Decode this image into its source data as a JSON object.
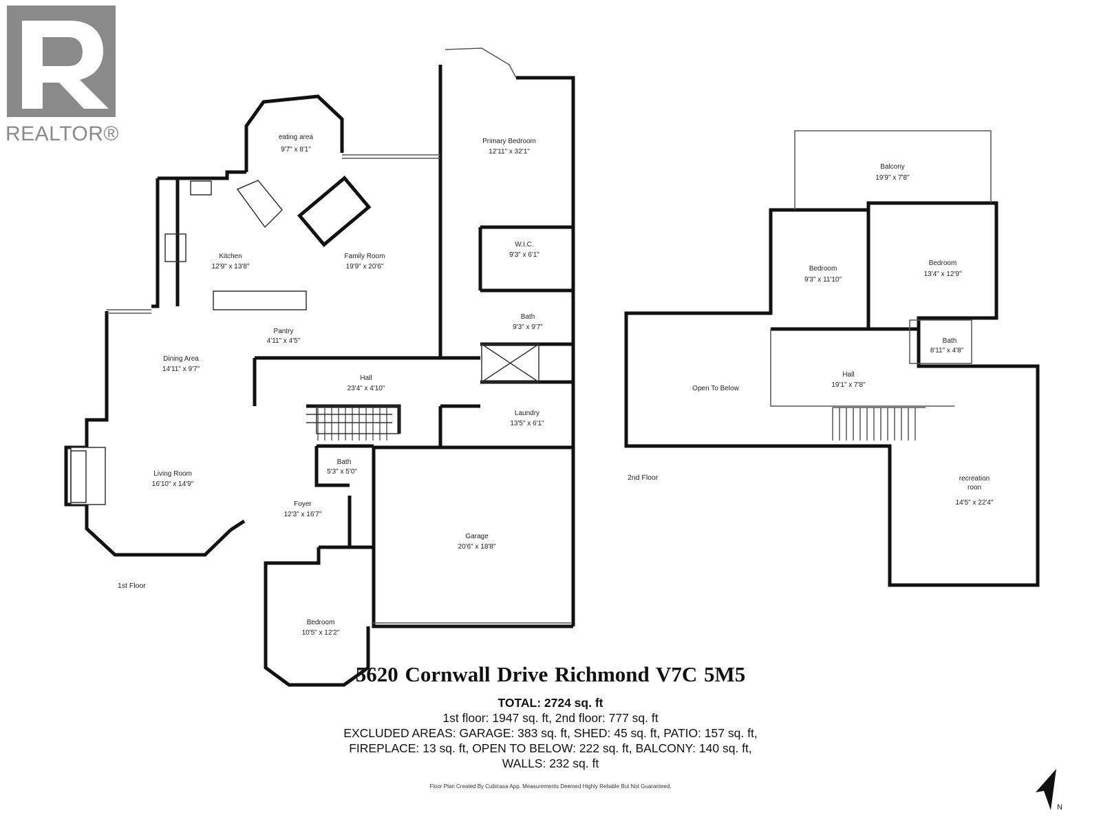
{
  "logo": {
    "brand_text": "REALTOR®",
    "icon": "realtor-r-logo-icon",
    "color": "#8a8a8a"
  },
  "floors": {
    "first": {
      "label": "1st Floor"
    },
    "second": {
      "label": "2nd Floor"
    }
  },
  "rooms": {
    "eating_area": {
      "name": "eating area",
      "dims": "9'7\" x 8'1\""
    },
    "primary_bedroom": {
      "name": "Primary Bedroom",
      "dims": "12'11\" x 32'1\""
    },
    "kitchen": {
      "name": "Kitchen",
      "dims": "12'9\" x 13'8\""
    },
    "family_room": {
      "name": "Family Room",
      "dims": "19'9\" x 20'6\""
    },
    "wic": {
      "name": "W.I.C.",
      "dims": "9'3\" x 6'1\""
    },
    "primary_bath": {
      "name": "Bath",
      "dims": "9'3\" x 9'7\""
    },
    "pantry": {
      "name": "Pantry",
      "dims": "4'11\" x 4'5\""
    },
    "dining_area": {
      "name": "Dining Area",
      "dims": "14'11\" x 9'7\""
    },
    "hall_1": {
      "name": "Hall",
      "dims": "23'4\" x 4'10\""
    },
    "laundry": {
      "name": "Laundry",
      "dims": "13'5\" x 6'1\""
    },
    "living_room": {
      "name": "Living Room",
      "dims": "16'10\" x 14'9\""
    },
    "bath_small": {
      "name": "Bath",
      "dims": "5'3\" x 5'0\""
    },
    "foyer": {
      "name": "Foyer",
      "dims": "12'3\" x 16'7\""
    },
    "garage": {
      "name": "Garage",
      "dims": "20'6\" x 18'8\""
    },
    "bedroom_1": {
      "name": "Bedroom",
      "dims": "10'5\" x 12'2\""
    },
    "balcony": {
      "name": "Balcony",
      "dims": "19'9\" x 7'8\""
    },
    "bedroom_2a": {
      "name": "Bedroom",
      "dims": "9'3\" x 11'10\""
    },
    "bedroom_2b": {
      "name": "Bedroom",
      "dims": "13'4\" x 12'9\""
    },
    "open_to_below": {
      "name": "Open To Below"
    },
    "bath_2": {
      "name": "Bath",
      "dims": "8'11\" x 4'8\""
    },
    "hall_2": {
      "name": "Hall",
      "dims": "19'1\" x 7'8\""
    },
    "recreation": {
      "name_line1": "recreation",
      "name_line2": "roon",
      "dims": "14'5\" x 22'4\""
    }
  },
  "address": "5620 Cornwall Drive  Richmond V7C 5M5",
  "summary": {
    "total": "TOTAL: 2724 sq. ft",
    "line2": "1st floor: 1947 sq. ft, 2nd floor: 777 sq. ft",
    "line3": "EXCLUDED AREAS: GARAGE: 383 sq. ft, SHED: 45 sq. ft, PATIO: 157 sq. ft,",
    "line4": "FIREPLACE: 13 sq. ft, OPEN TO BELOW: 222 sq. ft, BALCONY: 140 sq. ft,",
    "line5": "WALLS: 232 sq. ft"
  },
  "disclaimer": "Floor Plan Created By Cubicasa App. Measurements Deemed Highly Reliable But Not Guaranteed.",
  "compass": {
    "label": "N",
    "icon": "north-arrow-icon"
  }
}
